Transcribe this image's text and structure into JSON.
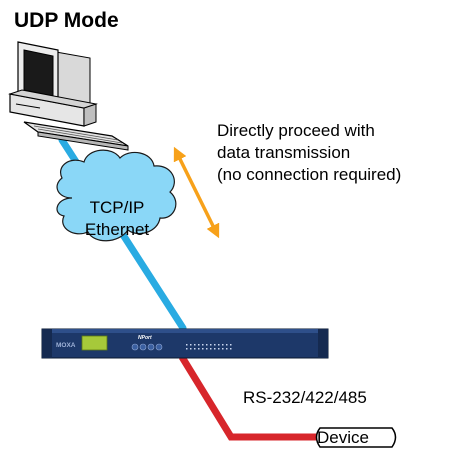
{
  "diagram": {
    "title": "UDP Mode",
    "note_lines": [
      "Directly proceed with",
      "data transmission",
      "(no connection required)"
    ],
    "cloud_lines": [
      "TCP/IP",
      "Ethernet"
    ],
    "serial_label": "RS-232/422/485",
    "device_label": "Device",
    "nport_logo": "MOXA",
    "nport_brand": "NPort"
  },
  "colors": {
    "ethernet_line": "#29abe2",
    "serial_line": "#d7262b",
    "arrow": "#f7a11a",
    "cloud_fill": "#8ad7f7",
    "nport_body": "#1d3869",
    "lcd": "#a6c93a"
  },
  "icons": [
    "pc-icon",
    "cloud-icon",
    "nport-server-icon",
    "bidirectional-arrow-icon"
  ]
}
